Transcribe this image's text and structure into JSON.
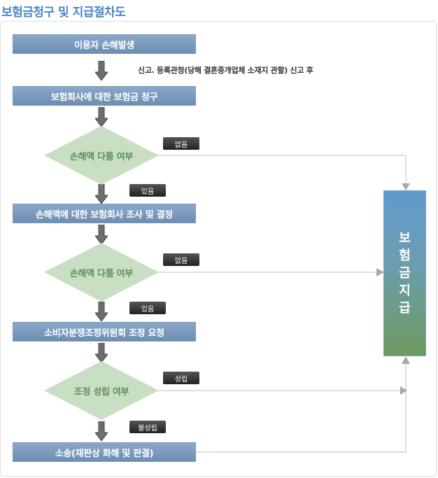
{
  "title": "보험금청구 및 지급절차도",
  "note": "신고. 등록관청(당해 결혼중개업체 소재지 관할) 신고 후",
  "steps": [
    "이용자 손해발생",
    "보험회사에 대한 보험금 청구",
    "손해액에 대한 보험회사 조사 및 결정",
    "소비자분쟁조정위원회 조정 요청",
    "소송(재판상 화해 및 판결)"
  ],
  "decisions": [
    {
      "label": "손해액 다툼 여부",
      "no_label": "없음",
      "yes_label": "있음"
    },
    {
      "label": "손해액 다툼 여부",
      "no_label": "없음",
      "yes_label": "있음"
    },
    {
      "label": "조정 성립 여부",
      "no_label": "성립",
      "yes_label": "불성립"
    }
  ],
  "payment_chars": [
    "보",
    "험",
    "금",
    "지",
    "급"
  ],
  "colors": {
    "title": "#4a86c8",
    "step": "#7596ba",
    "decision": "#c9dfc3",
    "decision_text": "#5f8f5a",
    "payment_top": "#5f9bcf",
    "payment_bottom": "#6d9a5f"
  },
  "icons": [
    "down-arrow-icon",
    "right-arrow-icon"
  ]
}
